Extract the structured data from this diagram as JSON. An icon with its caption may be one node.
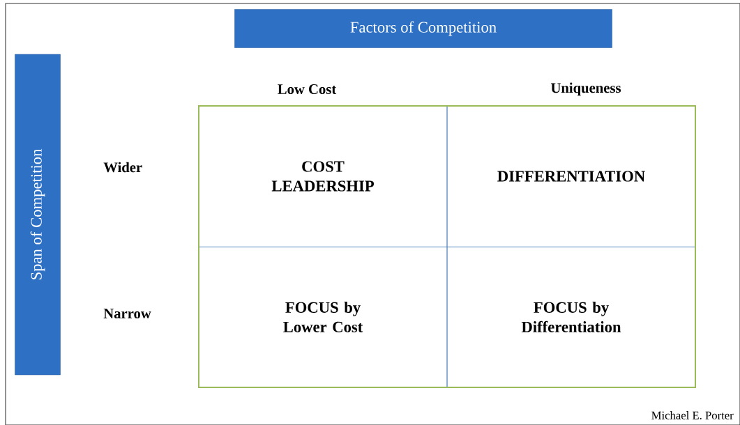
{
  "diagram": {
    "nodes": [
      {
        "text": [
          "Factors of Competition"
        ]
      },
      {
        "text": [
          "Span of Competition"
        ]
      },
      {
        "text": [
          "COST LEADERSHIP"
        ]
      },
      {
        "text": [
          "DIFFERENTIATION"
        ]
      },
      {
        "text": [
          "FOCUS by Lower Cost"
        ]
      },
      {
        "text": [
          "FOCUS by Differentiation"
        ]
      }
    ],
    "labels": [
      "Low Cost",
      "Uniqueness",
      "Wider",
      "Narrow",
      "Michael E. Porter"
    ]
  }
}
